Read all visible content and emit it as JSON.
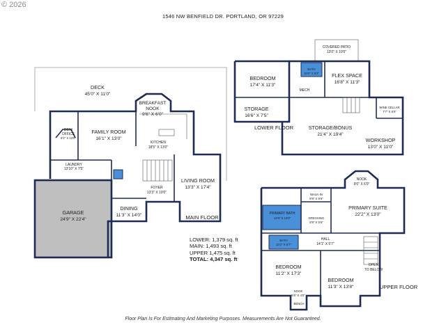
{
  "watermark": "© 2026",
  "address": "1546 NW BENFIELD DR. PORTLAND, OR 97229",
  "disclaimer": "Floor Plan Is For Estimating And Marketing Purposes. Measurements Are Not Guaranteed.",
  "floors": {
    "main": "MAIN FLOOR",
    "lower": "LOWER FLOOR",
    "upper": "UPPER FLOOR"
  },
  "totals": {
    "lower": "LOWER: 1,379 sq. ft",
    "main": "MAIN: 1,493 sq. ft",
    "upper": "UPPER 1,475 sq. ft",
    "total": "TOTAL: 4,347 sq. ft"
  },
  "main_rooms": {
    "deck": {
      "name": "DECK",
      "dims": "45'0\" X 11'0\""
    },
    "breakfast": {
      "name1": "BREAKFAST",
      "name2": "NOOK",
      "dims": "9'6\" X 6'0\""
    },
    "den": {
      "name1": "DEN/",
      "name2": "OFFICE",
      "dims": "9'1\" X 13'0\""
    },
    "family": {
      "name": "FAMILY ROOM",
      "dims": "16'1\" X 13'0\""
    },
    "kitchen": {
      "name": "KITCHEN",
      "dims": "18'5\" X 13'0\""
    },
    "laundry": {
      "name": "LAUNDRY",
      "dims": "13'10\" X 7'5\""
    },
    "garage": {
      "name": "GARAGE",
      "dims": "24'9\" X 22'4\""
    },
    "foyer": {
      "name": "FOYER",
      "dims": "13'3\" X 10'0\""
    },
    "dining": {
      "name": "DINING",
      "dims": "11'3\" X 14'0\""
    },
    "living": {
      "name": "LIVING ROOM",
      "dims": "13'3\" X 17'4\""
    }
  },
  "lower_rooms": {
    "patio": {
      "name": "COVERED PATIO",
      "dims": "13'0\" X 10'0\""
    },
    "bedroom": {
      "name": "BEDROOM",
      "dims": "17'4\" X 11'3\""
    },
    "bath": {
      "name": "BATH",
      "dims": "10'0\" X 5'2\""
    },
    "flex": {
      "name": "FLEX SPACE",
      "dims": "16'8\" X 11'3\""
    },
    "mech": {
      "name": "MECH"
    },
    "storage": {
      "name": "STORAGE",
      "dims": "16'6\" X 7'5\""
    },
    "wine": {
      "name": "WINE CELLAR",
      "dims": "7'7\" X 6'0\""
    },
    "storage_bonus": {
      "name": "STORAGE/BONUS",
      "dims": "21'4\" X 19'4\""
    },
    "workshop": {
      "name": "WORKSHOP",
      "dims": "13'0\" X 11'0\""
    }
  },
  "upper_rooms": {
    "nook": {
      "name": "NOOK",
      "dims": "9'6\" X 6'0\""
    },
    "walkin": {
      "name": "WALK-IN",
      "dims": "8'9\" X 5'6\""
    },
    "primary_bath": {
      "name": "PRIMARY BATH",
      "dims": "12'6\" X 13'0\""
    },
    "dressing": {
      "name": "DRESSING",
      "dims": "8'9\" X 5'6\""
    },
    "primary_suite": {
      "name": "PRIMARY SUITE",
      "dims": "22'2\" X 13'0\""
    },
    "hall": {
      "name": "HALL",
      "dims": "14'1\" X 5'7\""
    },
    "bath": {
      "name": "BATH",
      "dims": "12'2\" X 5'7\""
    },
    "open_below": {
      "name1": "OPEN",
      "name2": "TO BELOW"
    },
    "bedroom1": {
      "name": "BEDROOM",
      "dims": "11'2\" X 17'3\""
    },
    "bedroom2": {
      "name": "BEDROOM",
      "dims": "11'3\" X 13'8\""
    },
    "nook2": {
      "name": "NOOK",
      "dims": "5'6\" X 4'0\""
    },
    "bench": {
      "name": "BENCH"
    }
  },
  "colors": {
    "wall": "#1d2b55",
    "bath_fill": "#4a90d9",
    "garage_fill": "#bfbfbf"
  }
}
